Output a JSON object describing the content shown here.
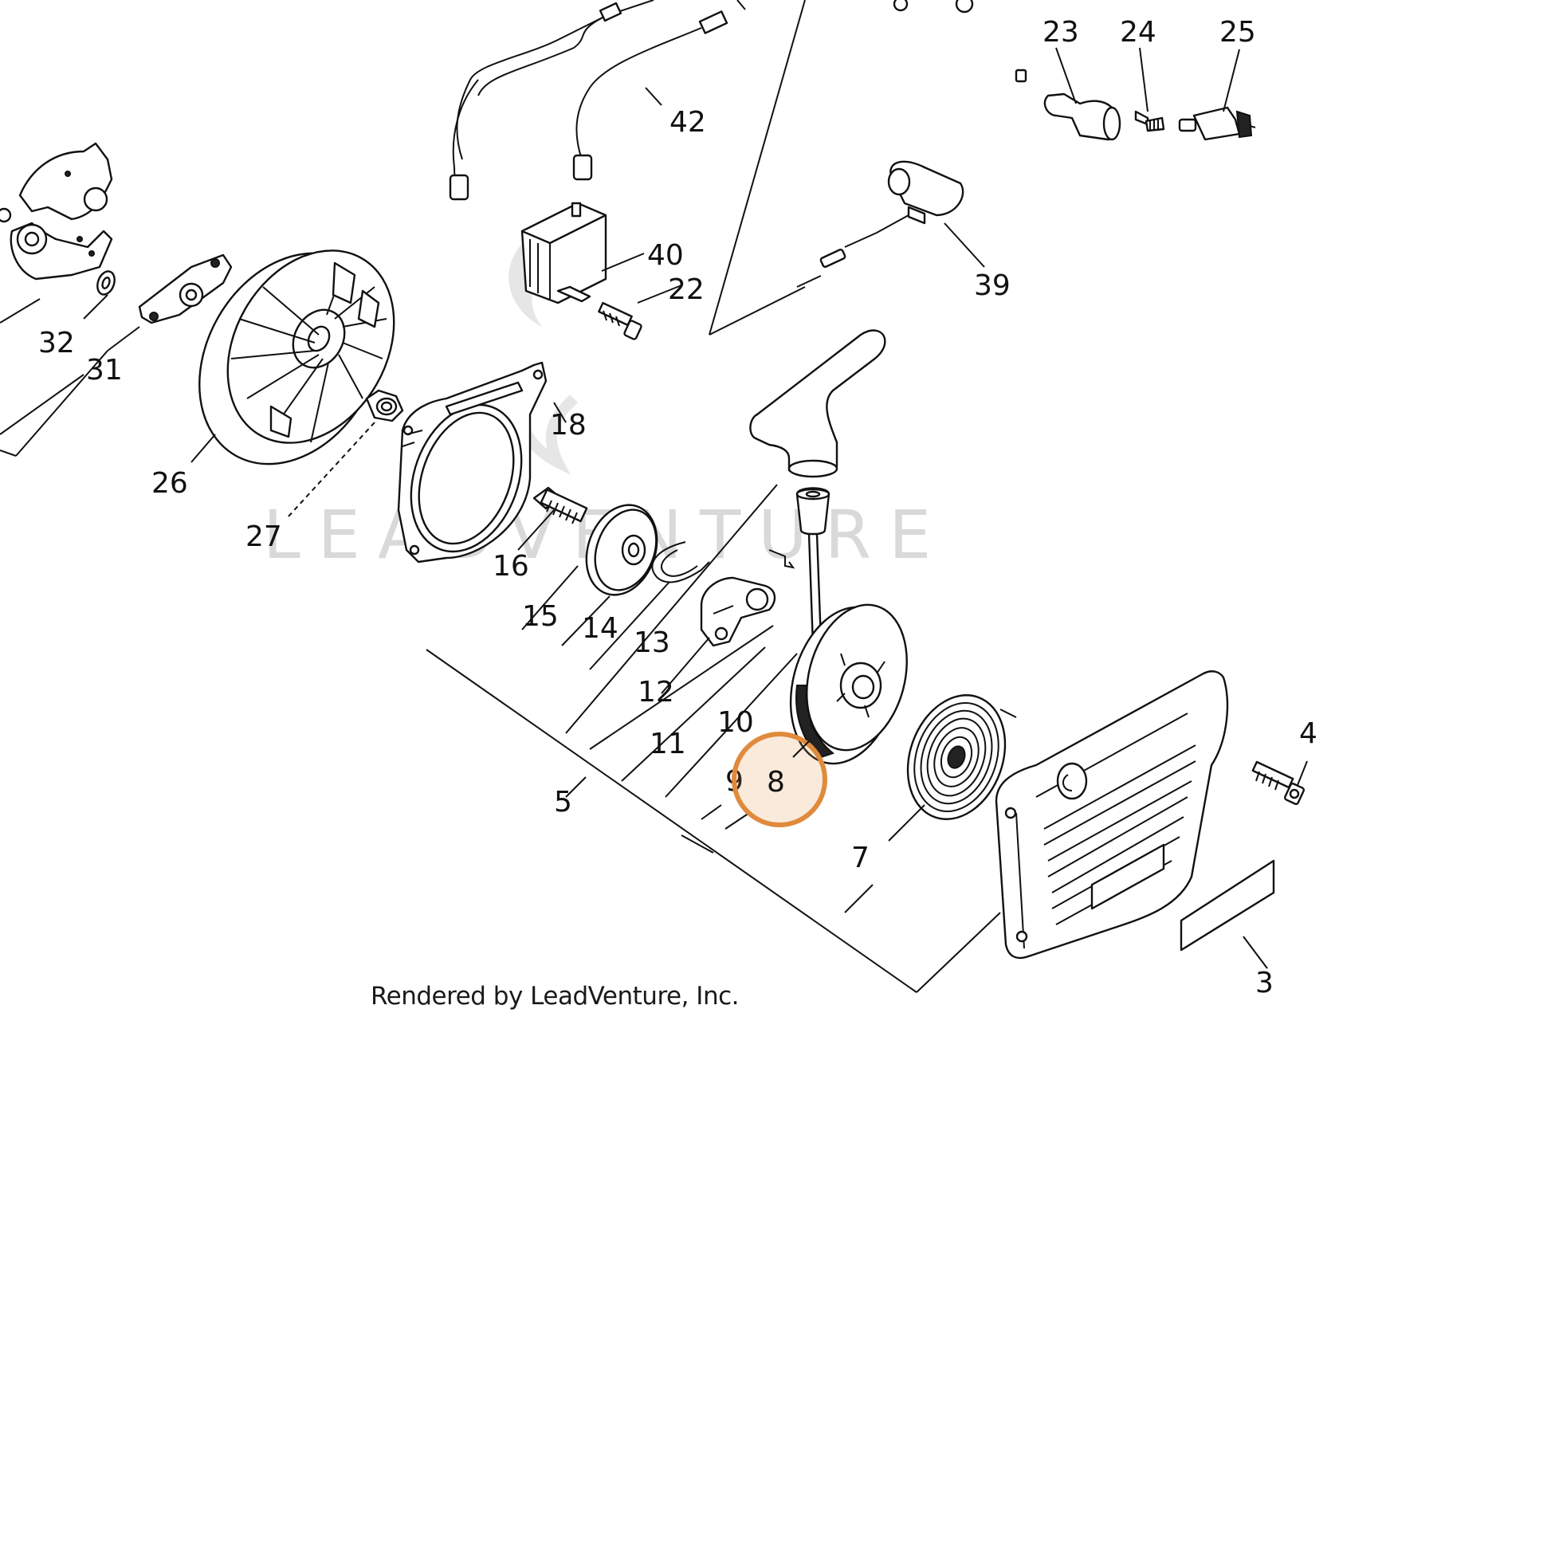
{
  "callouts": {
    "c3": "3",
    "c4": "4",
    "c5": "5",
    "c7": "7",
    "c8": "8",
    "c9": "9",
    "c10": "10",
    "c11": "11",
    "c12": "12",
    "c13": "13",
    "c14": "14",
    "c15": "15",
    "c16": "16",
    "c18": "18",
    "c22": "22",
    "c23": "23",
    "c24": "24",
    "c25": "25",
    "c26": "26",
    "c27": "27",
    "c31": "31",
    "c32": "32",
    "c39": "39",
    "c40": "40",
    "c42": "42"
  },
  "selected_callout": "8",
  "highlight_color": "#e08a3c",
  "credit": "Rendered by LeadVenture, Inc.",
  "watermark": "LEADVENTURE"
}
